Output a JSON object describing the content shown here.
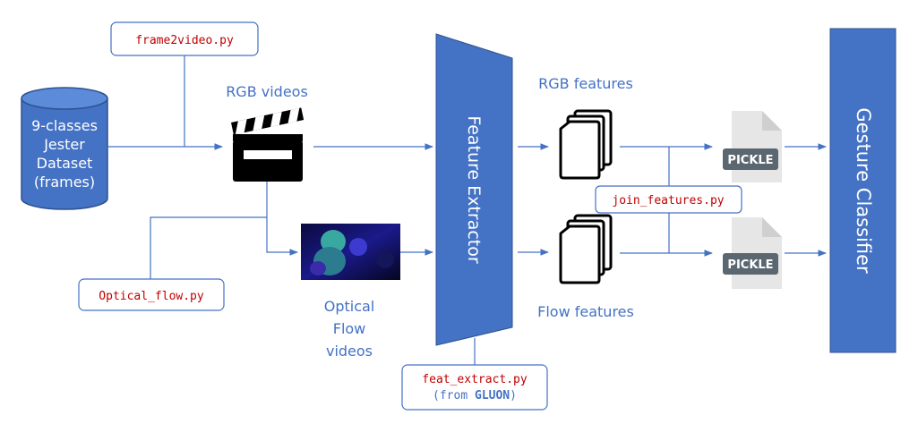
{
  "colors": {
    "blue": "#4472C4",
    "line": "#4472C4",
    "code_red": "#C00000",
    "box_border": "#4472C4",
    "pickle_gray": "#5B6770",
    "file_gray": "#E6E6E6"
  },
  "dataset": {
    "line1": "9-classes",
    "line2": "Jester",
    "line3": "Dataset",
    "line4": "(frames)"
  },
  "scripts": {
    "frame2video": "frame2video.py",
    "optical_flow": "Optical_flow.py",
    "join_features": "join_features.py",
    "feat_extract": "feat_extract.py",
    "feat_extract_from_prefix": "(from ",
    "feat_extract_gluon": "GLUON",
    "feat_extract_from_suffix": ")"
  },
  "labels": {
    "rgb_videos": "RGB videos",
    "flow_line1": "Optical",
    "flow_line2": "Flow",
    "flow_line3": "videos",
    "rgb_features": "RGB features",
    "flow_features": "Flow features",
    "feature_extractor": "Feature Extractor",
    "gesture_classifier": "Gesture Classifier",
    "pickle_top": "PICKLE",
    "pickle_bottom": "PICKLE"
  },
  "icons": [
    "clapperboard-icon",
    "documents-icon",
    "pickle-file-icon",
    "video-thumbnail-image"
  ]
}
